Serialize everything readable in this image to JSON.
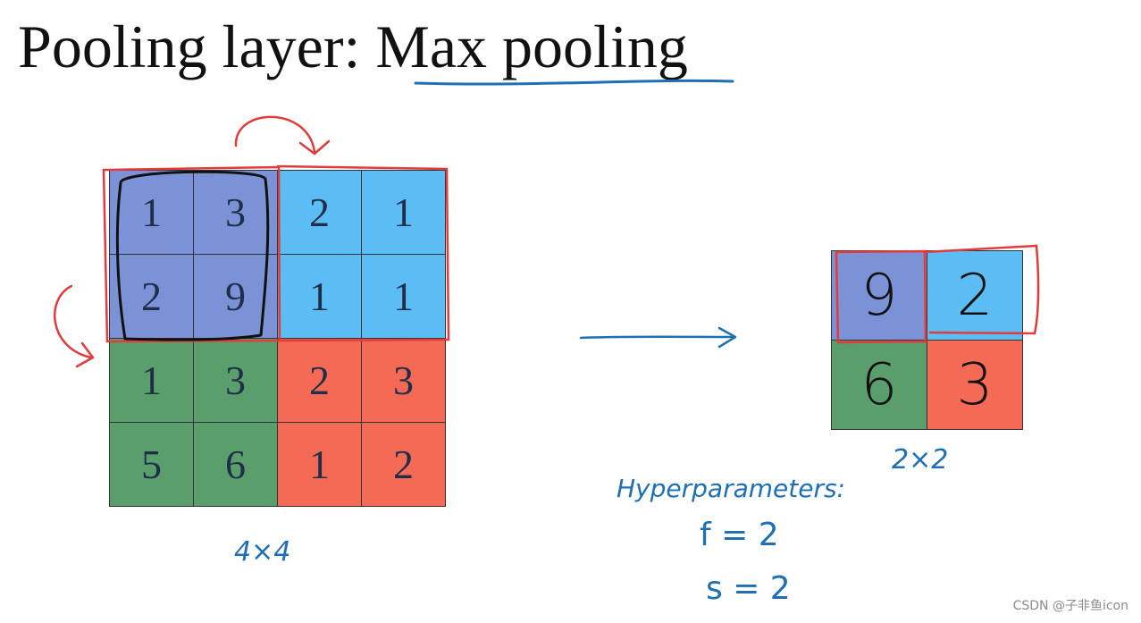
{
  "title": {
    "prefix": "Pooling layer: ",
    "emphasis": "Max pooling"
  },
  "input_grid": {
    "label": "4×4",
    "rows": [
      [
        "1",
        "3",
        "2",
        "1"
      ],
      [
        "2",
        "9",
        "1",
        "1"
      ],
      [
        "1",
        "3",
        "2",
        "3"
      ],
      [
        "5",
        "6",
        "1",
        "2"
      ]
    ]
  },
  "output_grid": {
    "label": "2×2",
    "rows": [
      [
        "9",
        "2"
      ],
      [
        "6",
        "3"
      ]
    ]
  },
  "hyperparameters": {
    "title": "Hyperparameters:",
    "f": "f = 2",
    "s": "s = 2"
  },
  "quadrant_colors": {
    "top_left": "#7b93d6",
    "top_right": "#5bbdf4",
    "bottom_left": "#5a9f6b",
    "bottom_right": "#f46a55"
  },
  "annotation_colors": {
    "highlight": "#e23b3b",
    "window": "#111111",
    "ink": "#1f6fb5"
  },
  "watermark": "CSDN @子非鱼icon"
}
